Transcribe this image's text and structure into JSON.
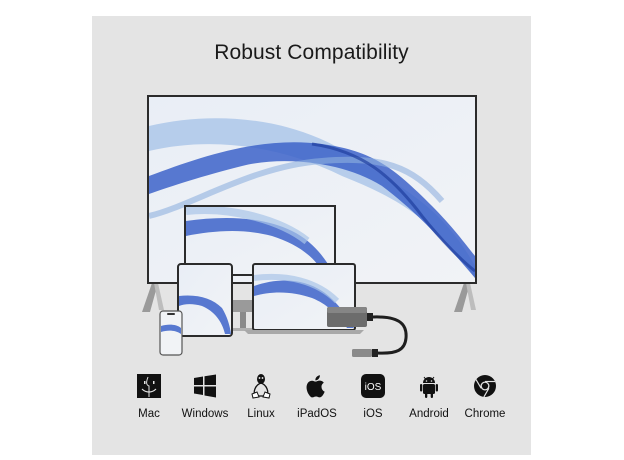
{
  "title": "Robust Compatibility",
  "colors": {
    "panel_bg": "#e4e4e4",
    "wave_blue": "#3d63c9",
    "wave_light": "#a9c4e8",
    "device_frame": "#2b2b2b",
    "adapter_gray": "#6c6c6c"
  },
  "devices": [
    "tv-monitor",
    "laptop-back",
    "tablet",
    "laptop-front",
    "phone",
    "usb-c-hdmi-adapter"
  ],
  "os_list": [
    {
      "label": "Mac",
      "icon": "finder-icon"
    },
    {
      "label": "Windows",
      "icon": "windows-icon"
    },
    {
      "label": "Linux",
      "icon": "tux-icon"
    },
    {
      "label": "iPadOS",
      "icon": "apple-icon"
    },
    {
      "label": "iOS",
      "icon": "ios-icon",
      "icon_text": "iOS"
    },
    {
      "label": "Android",
      "icon": "android-icon"
    },
    {
      "label": "Chrome",
      "icon": "chrome-icon"
    }
  ]
}
